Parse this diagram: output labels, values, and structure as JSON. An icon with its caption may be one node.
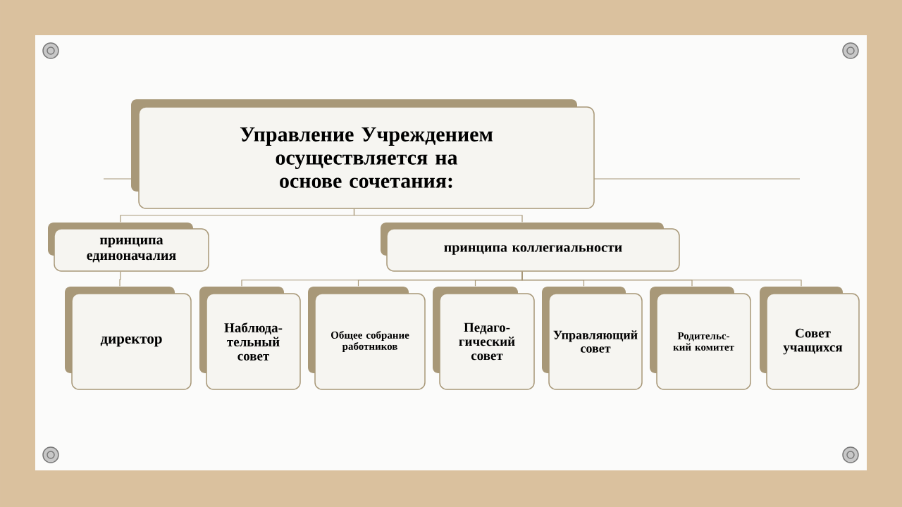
{
  "diagram": {
    "nodes": [
      {
        "text": [
          "Управление Учреждением осуществляется на основе сочетания:"
        ]
      },
      {
        "text": [
          "принципа единоначалия"
        ]
      },
      {
        "text": [
          "принципа коллегиальности"
        ]
      },
      {
        "text": [
          "директор"
        ]
      },
      {
        "text": [
          "Наблюда-тельный совет"
        ]
      },
      {
        "text": [
          "Общее собрание работников"
        ]
      },
      {
        "text": [
          "Педаго-гический совет"
        ]
      },
      {
        "text": [
          "Управляющий совет"
        ]
      },
      {
        "text": [
          "Родительс-кий комитет"
        ]
      },
      {
        "text": [
          "Совет учащихся"
        ]
      }
    ],
    "edges": [
      {
        "from": 0,
        "to": 1,
        "arrow": "none"
      },
      {
        "from": 0,
        "to": 2,
        "arrow": "none"
      },
      {
        "from": 1,
        "to": 3,
        "arrow": "none"
      },
      {
        "from": 2,
        "to": 4,
        "arrow": "none"
      },
      {
        "from": 2,
        "to": 5,
        "arrow": "none"
      },
      {
        "from": 2,
        "to": 6,
        "arrow": "none"
      },
      {
        "from": 2,
        "to": 7,
        "arrow": "none"
      },
      {
        "from": 2,
        "to": 8,
        "arrow": "none"
      },
      {
        "from": 2,
        "to": 9,
        "arrow": "none"
      }
    ]
  }
}
